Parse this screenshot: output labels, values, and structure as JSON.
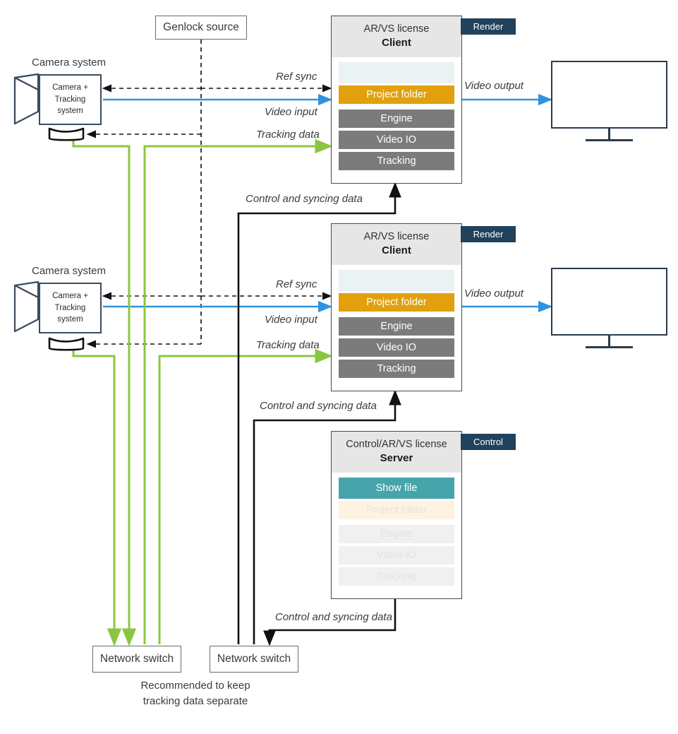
{
  "diagram": {
    "title": "AR/VS multi-client network topology",
    "colors": {
      "video_blue": "#2f92e0",
      "tracking_green": "#8cc63f",
      "orange": "#e2a00c",
      "teal": "#46a5aa",
      "grey_row": "#7b7b7b",
      "badge_navy": "#21425c",
      "header_grey": "#e6e6e6"
    },
    "genlock": {
      "label": "Genlock source"
    },
    "cameras": [
      {
        "title": "Camera system",
        "body": "Camera +\nTracking\nsystem",
        "body_lines": [
          "Camera +",
          "Tracking",
          "system"
        ]
      },
      {
        "title": "Camera system",
        "body": "Camera +\nTracking\nsystem",
        "body_lines": [
          "Camera +",
          "Tracking",
          "system"
        ]
      }
    ],
    "machines": [
      {
        "license": "AR/VS license",
        "role": "Client",
        "badge": "Render",
        "rows": [
          {
            "text": "",
            "style": "blank"
          },
          {
            "text": "Project folder",
            "style": "orange"
          },
          {
            "text": "Engine",
            "style": "grey"
          },
          {
            "text": "Video IO",
            "style": "grey"
          },
          {
            "text": "Tracking",
            "style": "grey"
          }
        ]
      },
      {
        "license": "AR/VS license",
        "role": "Client",
        "badge": "Render",
        "rows": [
          {
            "text": "",
            "style": "blank"
          },
          {
            "text": "Project folder",
            "style": "orange"
          },
          {
            "text": "Engine",
            "style": "grey"
          },
          {
            "text": "Video IO",
            "style": "grey"
          },
          {
            "text": "Tracking",
            "style": "grey"
          }
        ]
      },
      {
        "license": "Control/AR/VS license",
        "role": "Server",
        "badge": "Control",
        "rows": [
          {
            "text": "Show file",
            "style": "teal"
          },
          {
            "text": "Project folder",
            "style": "fade-orange"
          },
          {
            "text": "Engine",
            "style": "fade-grey"
          },
          {
            "text": "Video IO",
            "style": "fade-grey"
          },
          {
            "text": "Tracking",
            "style": "fade-grey"
          }
        ]
      }
    ],
    "switches": [
      {
        "label": "Network switch"
      },
      {
        "label": "Network switch"
      }
    ],
    "note": {
      "line1": "Recommended to keep",
      "line2": "tracking data separate"
    },
    "edge_labels": {
      "ref_sync_1": "Ref sync",
      "video_input_1": "Video input",
      "tracking_data_1": "Tracking data",
      "video_output_1": "Video output",
      "control_1": "Control and syncing data",
      "ref_sync_2": "Ref sync",
      "video_input_2": "Video input",
      "tracking_data_2": "Tracking data",
      "video_output_2": "Video output",
      "control_2": "Control and syncing data",
      "control_3": "Control and syncing data"
    }
  }
}
